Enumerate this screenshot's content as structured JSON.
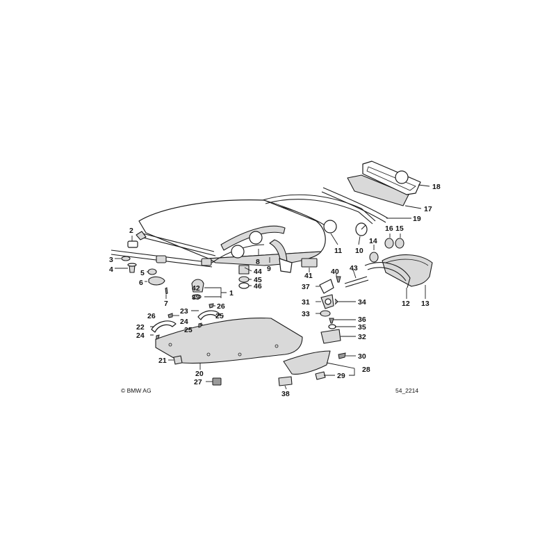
{
  "callouts": [
    "1",
    "2",
    "3",
    "4",
    "5",
    "6",
    "7",
    "8",
    "9",
    "10",
    "11",
    "12",
    "13",
    "14",
    "15",
    "16",
    "17",
    "18",
    "19",
    "20",
    "21",
    "22",
    "23",
    "24",
    "24",
    "25",
    "25",
    "26",
    "26",
    "27",
    "28",
    "29",
    "30",
    "31",
    "32",
    "33",
    "34",
    "35",
    "36",
    "37",
    "38",
    "39",
    "40",
    "41",
    "42",
    "43",
    "44",
    "45",
    "46"
  ],
  "copyright": "© BMW AG",
  "diagram_ref": "54_2214"
}
